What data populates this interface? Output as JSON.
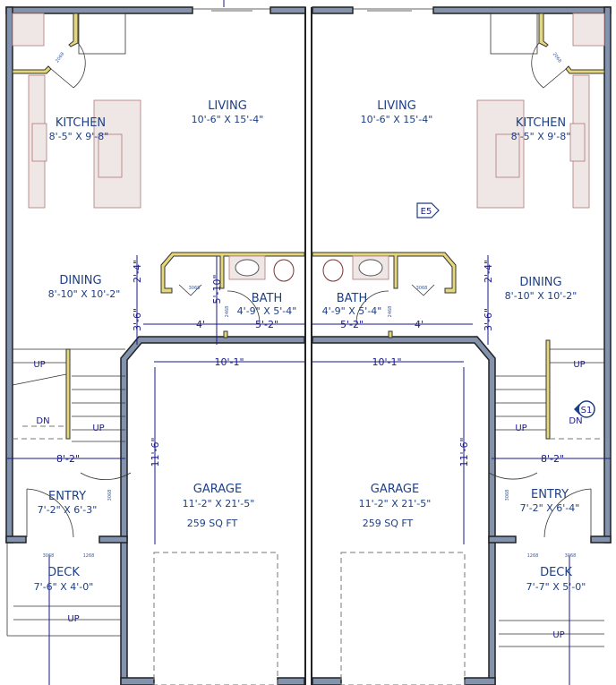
{
  "plan": {
    "left_unit": {
      "living": {
        "name": "LIVING",
        "size": "10'-6\" X 15'-4\""
      },
      "kitchen": {
        "name": "KITCHEN",
        "size": "8'-5\" X 9'-8\""
      },
      "dining": {
        "name": "DINING",
        "size": "8'-10\" X 10'-2\""
      },
      "bath": {
        "name": "BATH",
        "size": "4'-9\" X 5'-4\""
      },
      "garage": {
        "name": "GARAGE",
        "size": "11'-2\" X 21'-5\"",
        "area": "259 SQ FT"
      },
      "entry": {
        "name": "ENTRY",
        "size": "7'-2\" X 6'-3\""
      },
      "deck": {
        "name": "DECK",
        "size": "7'-6\" X 4'-0\""
      },
      "dims": {
        "bath_w1": "4'",
        "bath_w2": "5'-2\"",
        "bath_h": "5'-10\"",
        "h1": "2'-4\"",
        "h2": "3'-6\"",
        "garage_w": "10'-1\"",
        "garage_h": "11'-6\"",
        "stair_w": "8'-2\""
      },
      "stairs": {
        "up1": "UP",
        "up2": "UP",
        "dn": "DN",
        "deck_up": "UP"
      },
      "door_tags": {
        "pantry": "2068",
        "closet": "3068",
        "bath": "2468",
        "garage": "3068",
        "deck1": "3068",
        "deck2": "1268"
      }
    },
    "right_unit": {
      "living": {
        "name": "LIVING",
        "size": "10'-6\" X 15'-4\""
      },
      "kitchen": {
        "name": "KITCHEN",
        "size": "8'-5\" X 9'-8\""
      },
      "dining": {
        "name": "DINING",
        "size": "8'-10\" X 10'-2\""
      },
      "bath": {
        "name": "BATH",
        "size": "4'-9\" X 5'-4\""
      },
      "garage": {
        "name": "GARAGE",
        "size": "11'-2\" X 21'-5\"",
        "area": "259 SQ FT"
      },
      "entry": {
        "name": "ENTRY",
        "size": "7'-2\" X 6'-4\""
      },
      "deck": {
        "name": "DECK",
        "size": "7'-7\" X 5'-0\""
      },
      "dims": {
        "bath_w1": "4'",
        "bath_w2": "5'-2\"",
        "h1": "2'-4\"",
        "h2": "3'-6\"",
        "garage_w": "10'-1\"",
        "garage_h": "11'-6\"",
        "stair_w": "8'-2\""
      },
      "stairs": {
        "up1": "UP",
        "up2": "UP",
        "dn": "DN",
        "deck_up": "UP"
      },
      "door_tags": {
        "pantry": "2068",
        "closet": "3068",
        "bath": "2468",
        "garage": "3068",
        "deck1": "1268",
        "deck2": "3068"
      }
    },
    "markers": {
      "elevation": "E5",
      "section": "S1"
    },
    "colors": {
      "wall": "#8393ad",
      "text": "#1d3f86",
      "partition": "#e6d77a",
      "dimension": "#1a1a8a"
    }
  }
}
